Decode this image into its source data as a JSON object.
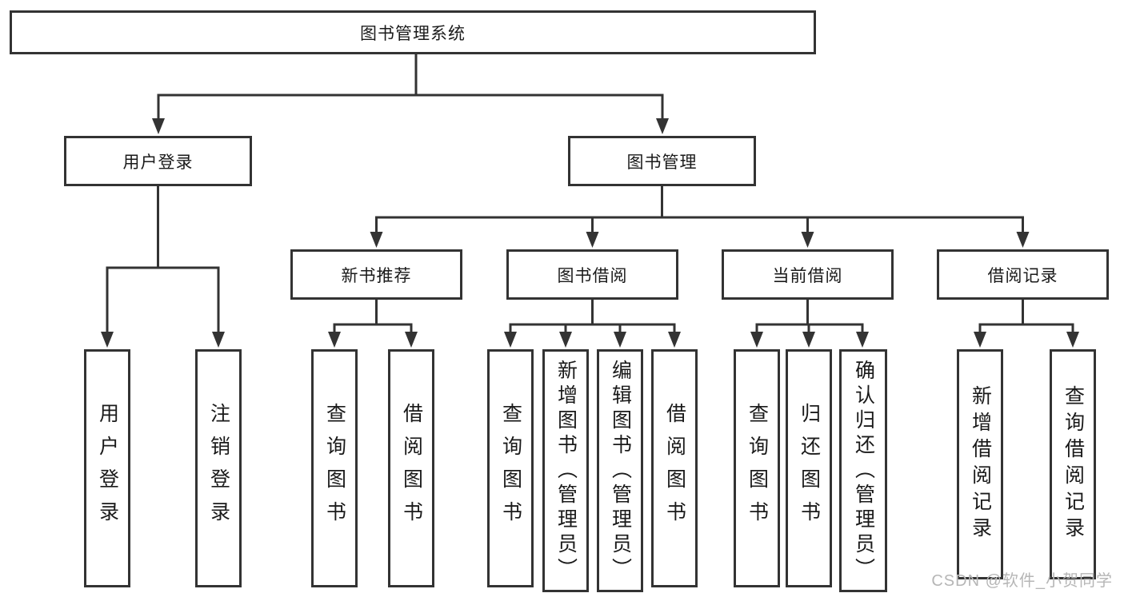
{
  "diagram": {
    "title": "图书管理系统",
    "branches": [
      {
        "label": "用户登录",
        "children": [
          {
            "label": "用户登录"
          },
          {
            "label": "注销登录"
          }
        ]
      },
      {
        "label": "图书管理",
        "sections": [
          {
            "label": "新书推荐",
            "children": [
              {
                "label": "查询图书"
              },
              {
                "label": "借阅图书"
              }
            ]
          },
          {
            "label": "图书借阅",
            "children": [
              {
                "label": "查询图书"
              },
              {
                "label": "新增图书（管理员）"
              },
              {
                "label": "编辑图书（管理员）"
              },
              {
                "label": "借阅图书"
              }
            ]
          },
          {
            "label": "当前借阅",
            "children": [
              {
                "label": "查询图书"
              },
              {
                "label": "归还图书"
              },
              {
                "label": "确认归还（管理员）"
              }
            ]
          },
          {
            "label": "借阅记录",
            "children": [
              {
                "label": "新增借阅记录"
              },
              {
                "label": "查询借阅记录"
              }
            ]
          }
        ]
      }
    ]
  },
  "watermark": {
    "text": "CSDN @软件_小贺同学"
  },
  "colors": {
    "line": "#333333",
    "box_border": "#333333",
    "text": "#1a1a1a",
    "background": "#ffffff",
    "watermark": "#b6b6b6"
  }
}
